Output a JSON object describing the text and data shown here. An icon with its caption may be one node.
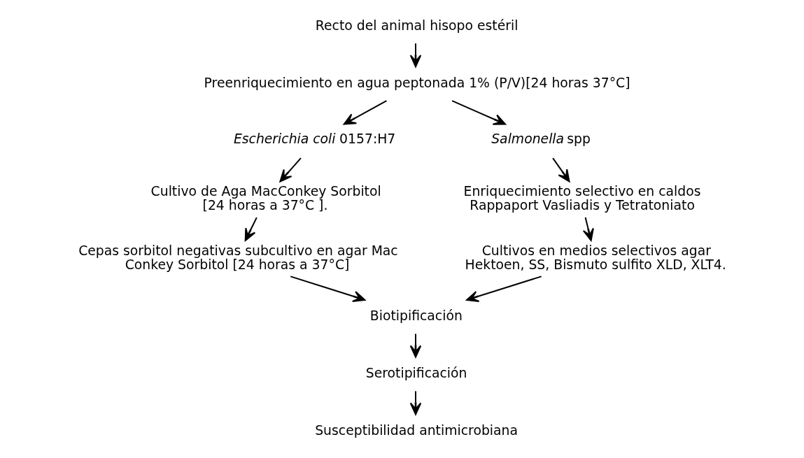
{
  "diagram": {
    "nodes": [
      {
        "text": [
          "Recto del animal hisopo estéril"
        ]
      },
      {
        "text": [
          "Preenriquecimiento en agua peptonada 1% (P/V)[24 horas 37°C]"
        ]
      },
      {
        "text": [
          "*Escherichia coli* 0157:H7"
        ]
      },
      {
        "text": [
          "*Salmonella* spp"
        ]
      },
      {
        "text": [
          "Cultivo de Aga MacConkey Sorbitol [24 horas a 37°C ]."
        ]
      },
      {
        "text": [
          "Enriquecimiento selectivo en caldos Rappaport Vasliadis y Tetratoniato"
        ]
      },
      {
        "text": [
          "Cepas sorbitol negativas subcultivo en agar Mac Conkey Sorbitol [24 horas a 37°C]"
        ]
      },
      {
        "text": [
          "Cultivos en medios selectivos agar Hektoen, SS, Bismuto sulfito XLD, XLT4."
        ]
      },
      {
        "text": [
          "Biotipificación"
        ]
      },
      {
        "text": [
          "Serotipificación"
        ]
      },
      {
        "text": [
          "Susceptibilidad antimicrobiana"
        ]
      }
    ],
    "edges": [
      {
        "from": 0,
        "to": 1,
        "arrow": "to"
      },
      {
        "from": 1,
        "to": 2,
        "arrow": "to"
      },
      {
        "from": 1,
        "to": 3,
        "arrow": "to"
      },
      {
        "from": 2,
        "to": 4,
        "arrow": "to"
      },
      {
        "from": 3,
        "to": 5,
        "arrow": "to"
      },
      {
        "from": 4,
        "to": 6,
        "arrow": "to"
      },
      {
        "from": 5,
        "to": 7,
        "arrow": "to"
      },
      {
        "from": 6,
        "to": 8,
        "arrow": "to"
      },
      {
        "from": 7,
        "to": 8,
        "arrow": "to"
      },
      {
        "from": 8,
        "to": 9,
        "arrow": "to"
      },
      {
        "from": 9,
        "to": 10,
        "arrow": "to"
      }
    ]
  }
}
